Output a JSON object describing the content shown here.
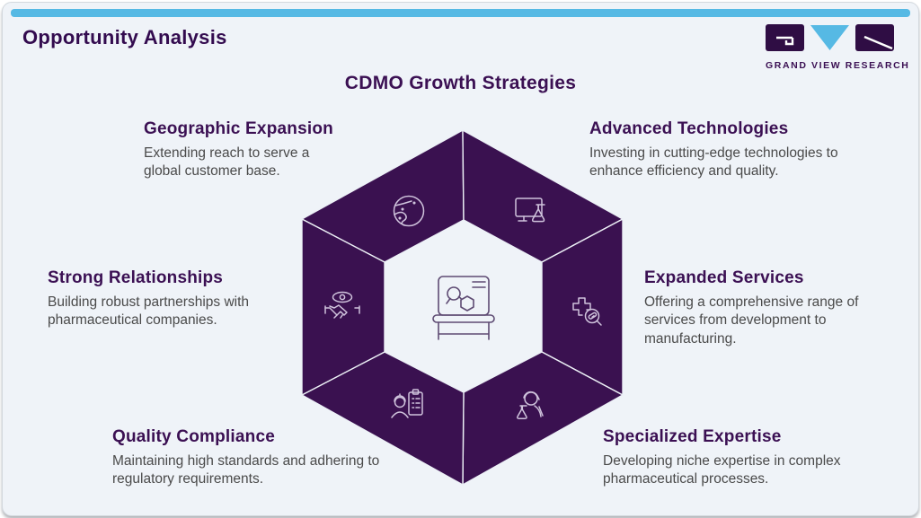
{
  "page": {
    "title": "Opportunity Analysis",
    "subtitle": "CDMO Growth Strategies"
  },
  "logo": {
    "text": "GRAND VIEW RESEARCH"
  },
  "colors": {
    "accent_cyan": "#56b9e4",
    "brand_purple": "#3b1053",
    "hexagon_fill": "#3a1150",
    "body_text": "#4a4a4a",
    "background": "#eff3f8"
  },
  "center_icon": "lab-bench-molecule-icon",
  "strategies": [
    {
      "position": "top-left",
      "icon": "globe-icon",
      "title": "Geographic Expansion",
      "description": "Extending reach to serve a global customer base."
    },
    {
      "position": "top-right",
      "icon": "monitor-flask-icon",
      "title": "Advanced Technologies",
      "description": "Investing in cutting-edge technologies to enhance efficiency and quality."
    },
    {
      "position": "middle-left",
      "icon": "handshake-eye-icon",
      "title": "Strong Relationships",
      "description": "Building robust partnerships with pharmaceutical companies."
    },
    {
      "position": "middle-right",
      "icon": "medical-cross-magnifier-icon",
      "title": "Expanded Services",
      "description": "Offering a comprehensive range of services from development to manufacturing."
    },
    {
      "position": "bottom-left",
      "icon": "person-checklist-icon",
      "title": "Quality Compliance",
      "description": "Maintaining high standards and adhering to regulatory requirements."
    },
    {
      "position": "bottom-right",
      "icon": "scientist-flask-icon",
      "title": "Specialized Expertise",
      "description": "Developing niche expertise in complex pharmaceutical processes."
    }
  ]
}
